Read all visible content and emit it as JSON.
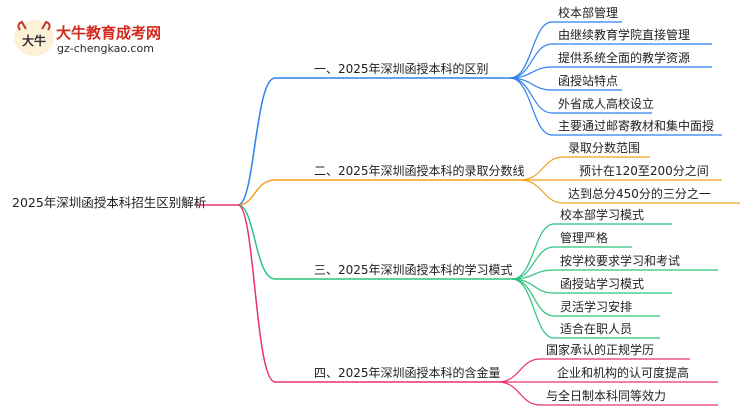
{
  "logo": {
    "mark_text": "大牛",
    "title": "大牛教育成考网",
    "url": "gz-chengkao.com"
  },
  "root": "2025年深圳函授本科招生区别解析",
  "colors": {
    "branch1": "#2f80ed",
    "branch2": "#f2a01e",
    "branch3": "#2ec27e",
    "branch4": "#e8336d"
  },
  "branches": [
    {
      "label": "一、2025年深圳函授本科的区别",
      "leaves": [
        "校本部管理",
        "由继续教育学院直接管理",
        "提供系统全面的教学资源",
        "函授站特点",
        "外省成人高校设立",
        "主要通过邮寄教材和集中面授"
      ]
    },
    {
      "label": "二、2025年深圳函授本科的录取分数线",
      "leaves": [
        "录取分数范围",
        "预计在120至200分之间",
        "达到总分450分的三分之一"
      ]
    },
    {
      "label": "三、2025年深圳函授本科的学习模式",
      "leaves": [
        "校本部学习模式",
        "管理严格",
        "按学校要求学习和考试",
        "函授站学习模式",
        "灵活学习安排",
        "适合在职人员"
      ]
    },
    {
      "label": "四、2025年深圳函授本科的含金量",
      "leaves": [
        "国家承认的正规学历",
        "企业和机构的认可度提高",
        "与全日制本科同等效力"
      ]
    }
  ]
}
